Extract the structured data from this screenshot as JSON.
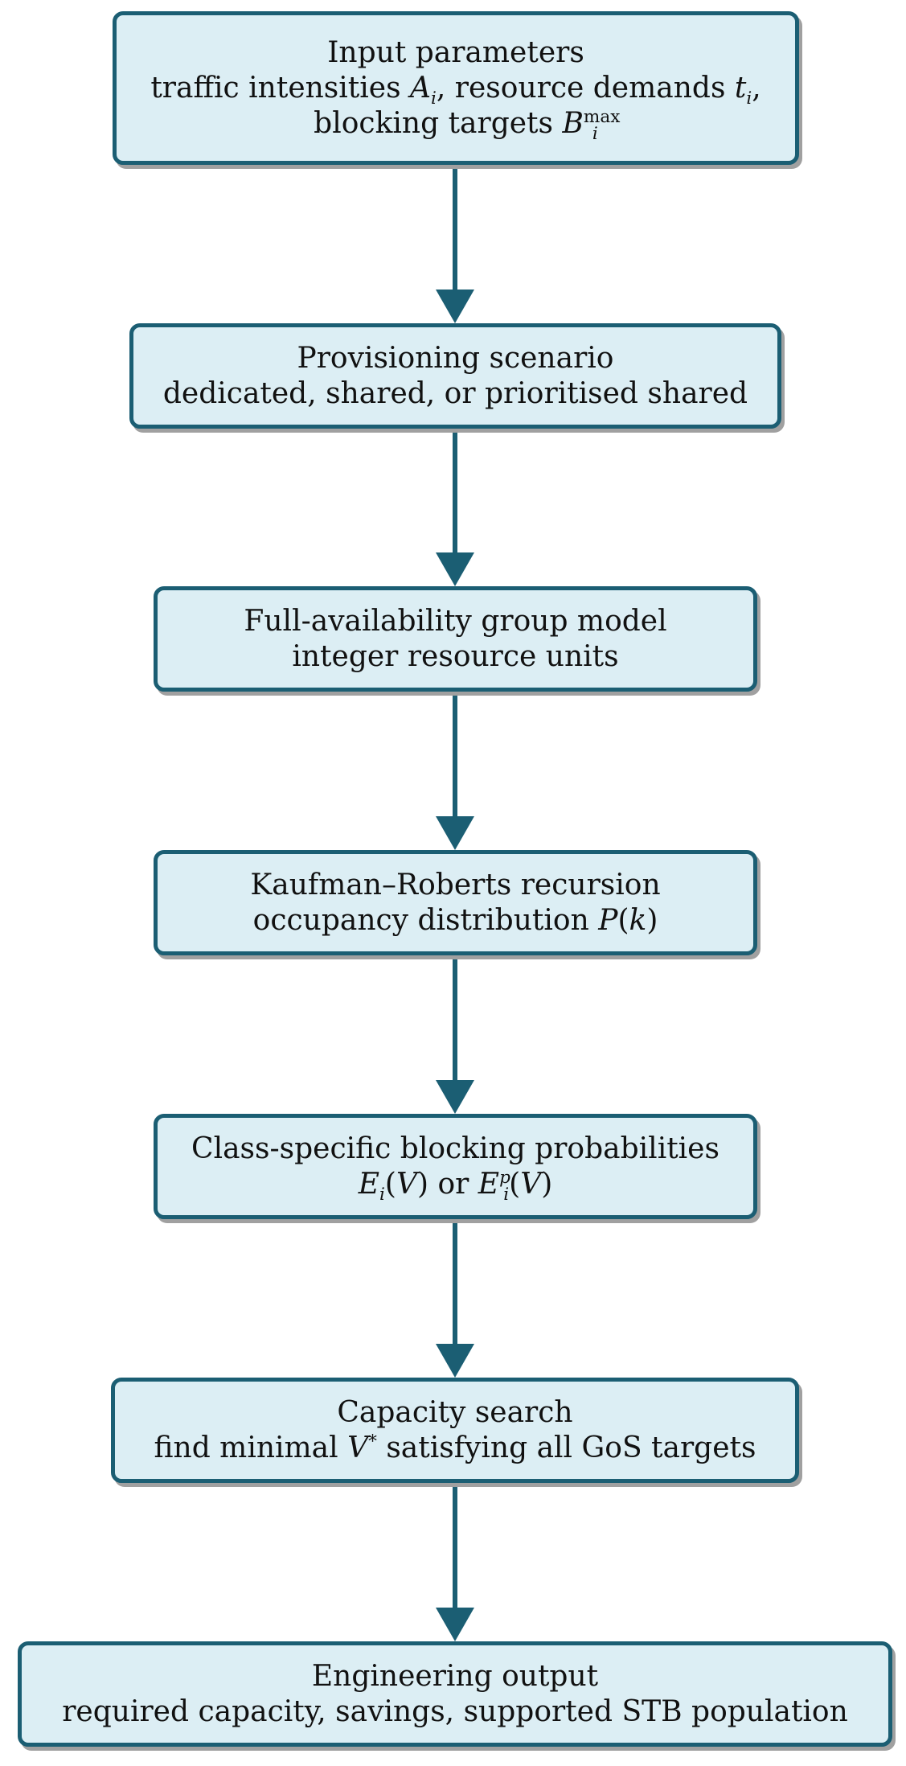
{
  "nodes": [
    {
      "title": "Input parameters",
      "detail_a": "traffic intensities ",
      "sym_a": "A",
      "sym_a_sub": "i",
      "detail_b": ", resource demands ",
      "sym_b": "t",
      "sym_b_sub": "i",
      "detail_c": ",",
      "detail_d": "blocking targets ",
      "sym_c": "B",
      "sym_c_sub": "i",
      "sym_c_sup": "max"
    },
    {
      "title": "Provisioning scenario",
      "detail": "dedicated, shared, or prioritised shared"
    },
    {
      "title": "Full-availability group model",
      "detail": "integer resource units"
    },
    {
      "title": "Kaufman–Roberts recursion",
      "detail_a": "occupancy distribution ",
      "sym_a": "P",
      "detail_b": "(",
      "sym_b": "k",
      "detail_c": ")"
    },
    {
      "title": "Class-specific blocking probabilities",
      "sym_a": "E",
      "sym_a_sub": "i",
      "detail_a": "(",
      "sym_b": "V",
      "detail_b": ") or ",
      "sym_c": "E",
      "sym_c_sub": "i",
      "sym_c_sup": "p",
      "detail_c": "(",
      "sym_d": "V",
      "detail_d": ")"
    },
    {
      "title": "Capacity search",
      "detail_a": "find minimal ",
      "sym_a": "V",
      "sym_a_sup": "*",
      "detail_b": " satisfying all GoS targets"
    },
    {
      "title": "Engineering output",
      "detail": "required capacity, savings, supported STB population"
    }
  ],
  "colors": {
    "box_fill": "#dceef4",
    "box_border": "#1b5e73",
    "arrow": "#1b5e73",
    "shadow": "#a0a0a0"
  }
}
